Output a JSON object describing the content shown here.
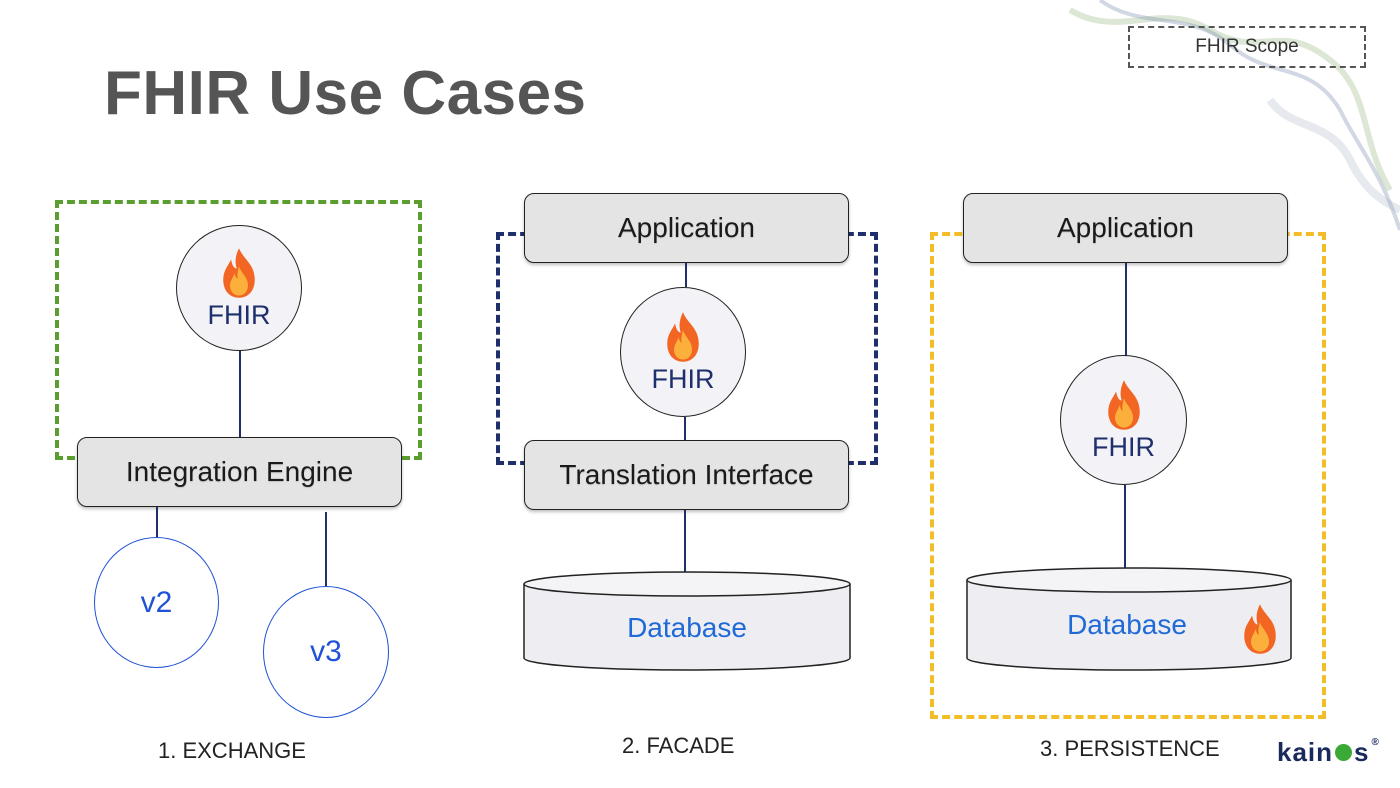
{
  "title": "FHIR Use Cases",
  "legend": {
    "scope_label": "FHIR Scope"
  },
  "exchange": {
    "fhir_label": "FHIR",
    "engine_label": "Integration Engine",
    "v2_label": "v2",
    "v3_label": "v3",
    "caption": "1. EXCHANGE"
  },
  "facade": {
    "application_label": "Application",
    "fhir_label": "FHIR",
    "translation_label": "Translation Interface",
    "database_label": "Database",
    "caption": "2. FACADE"
  },
  "persistence": {
    "application_label": "Application",
    "fhir_label": "FHIR",
    "database_label": "Database",
    "caption": "3. PERSISTENCE"
  },
  "brand": {
    "pre": "kain",
    "post": "s"
  },
  "colors": {
    "exchange_scope": "#5a9e30",
    "facade_scope": "#1f2f6b",
    "persistence_scope": "#f3bd27",
    "flame_outer": "#f26522",
    "flame_inner": "#fbb03b"
  },
  "icons": [
    "flame-icon",
    "database-cylinder",
    "smoke-decoration"
  ]
}
